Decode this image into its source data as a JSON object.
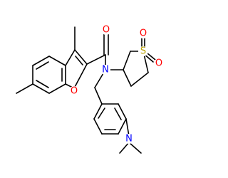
{
  "molecule": {
    "atoms": {
      "carbonyl_o": {
        "label": "O",
        "color": "#ff0000"
      },
      "furan_o": {
        "label": "O",
        "color": "#ff0000"
      },
      "amide_n": {
        "label": "N",
        "color": "#0000ff"
      },
      "sulfur": {
        "label": "S",
        "color": "#b8a000"
      },
      "sulfonyl_o1": {
        "label": "O",
        "color": "#ff0000"
      },
      "sulfonyl_o2": {
        "label": "O",
        "color": "#ff0000"
      },
      "amine_n": {
        "label": "N",
        "color": "#0000ff"
      }
    }
  }
}
